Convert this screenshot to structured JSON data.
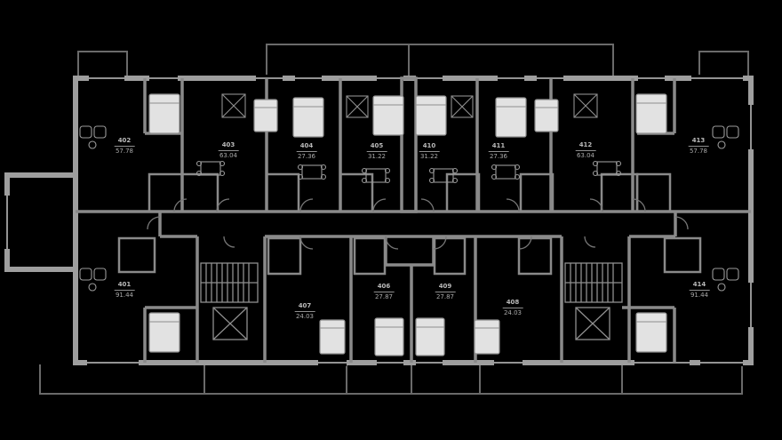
{
  "plan": {
    "colors": {
      "background": "#000000",
      "outer_wall": "#9e9e9e",
      "inner_wall": "#8a8a8a",
      "thin_line": "#6a6a6a",
      "window_line": "#c4c4c4",
      "furniture_fill": "#e2e2e2",
      "label_text": "#b9b9b9"
    },
    "icons": {
      "bed-icon": "white rectangle with pillow line",
      "wardrobe-icon": "square with X cross",
      "sofa-icon": "pair of small rounded squares",
      "dining-table-icon": "rectangle with corner chairs",
      "stairs-icon": "hatched flight of steps",
      "elevator-icon": "square with diagonal cross"
    },
    "apartments": [
      {
        "number": "401",
        "area": "91.44"
      },
      {
        "number": "402",
        "area": "57.78"
      },
      {
        "number": "403",
        "area": "63.04"
      },
      {
        "number": "404",
        "area": "27.36"
      },
      {
        "number": "405",
        "area": "31.22"
      },
      {
        "number": "406",
        "area": "27.87"
      },
      {
        "number": "407",
        "area": "24.03"
      },
      {
        "number": "408",
        "area": "24.03"
      },
      {
        "number": "409",
        "area": "27.87"
      },
      {
        "number": "410",
        "area": "31.22"
      },
      {
        "number": "411",
        "area": "27.36"
      },
      {
        "number": "412",
        "area": "63.04"
      },
      {
        "number": "413",
        "area": "57.78"
      },
      {
        "number": "414",
        "area": "91.44"
      }
    ]
  }
}
